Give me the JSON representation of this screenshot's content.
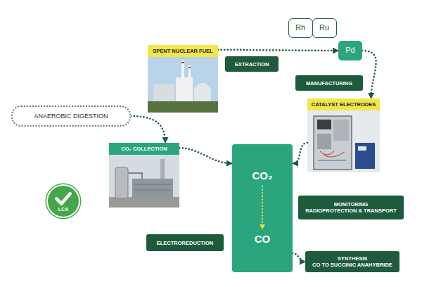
{
  "diagram": {
    "nodes": [
      {
        "text": [
          "Rh"
        ]
      },
      {
        "text": [
          "Ru"
        ]
      },
      {
        "text": [
          "Pd"
        ]
      },
      {
        "text": [
          "SPENT NUCLEAR FUEL"
        ]
      },
      {
        "text": [
          "EXTRACTION"
        ]
      },
      {
        "text": [
          "MANUFACTURING"
        ]
      },
      {
        "text": [
          "ANAEROBIC DIGESTION"
        ]
      },
      {
        "text": [
          "CATALYST ELECTRODES"
        ]
      },
      {
        "text": [
          "CO₂ COLLECTION"
        ]
      },
      {
        "text": [
          "LCA"
        ]
      },
      {
        "text": [
          "MONITORING",
          "RADIOPROTECTION & TRANSPORT"
        ]
      },
      {
        "text": [
          "CO₂",
          "CO"
        ]
      },
      {
        "text": [
          "ELECTROREDUCTION"
        ]
      },
      {
        "text": [
          "SYNTHESIS",
          "CO TO SUCCINIC ANAHYBRIDE"
        ]
      }
    ],
    "edges": [
      {
        "from": 3,
        "to": 2,
        "arrow": "to"
      },
      {
        "from": 2,
        "to": 7,
        "arrow": "to"
      },
      {
        "from": 6,
        "to": 8,
        "arrow": "to"
      },
      {
        "from": 8,
        "to": 11,
        "arrow": "to"
      },
      {
        "from": 7,
        "to": 11,
        "arrow": "to"
      },
      {
        "from": 11,
        "to": 13,
        "arrow": "to"
      }
    ]
  }
}
